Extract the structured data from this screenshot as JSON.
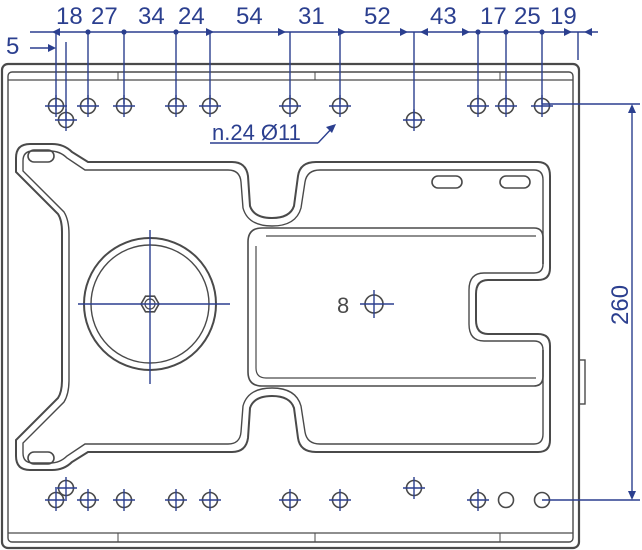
{
  "drawing": {
    "top_dimensions": [
      "5",
      "18",
      "27",
      "34",
      "24",
      "54",
      "31",
      "52",
      "43",
      "17",
      "25",
      "19"
    ],
    "side_dimension": "260",
    "hole_callout": "n.24 Ø11",
    "slot_label": "8"
  },
  "colors": {
    "dimension": "#2b3f8f",
    "part_outline": "#4a4a4a",
    "background": "#ffffff"
  }
}
